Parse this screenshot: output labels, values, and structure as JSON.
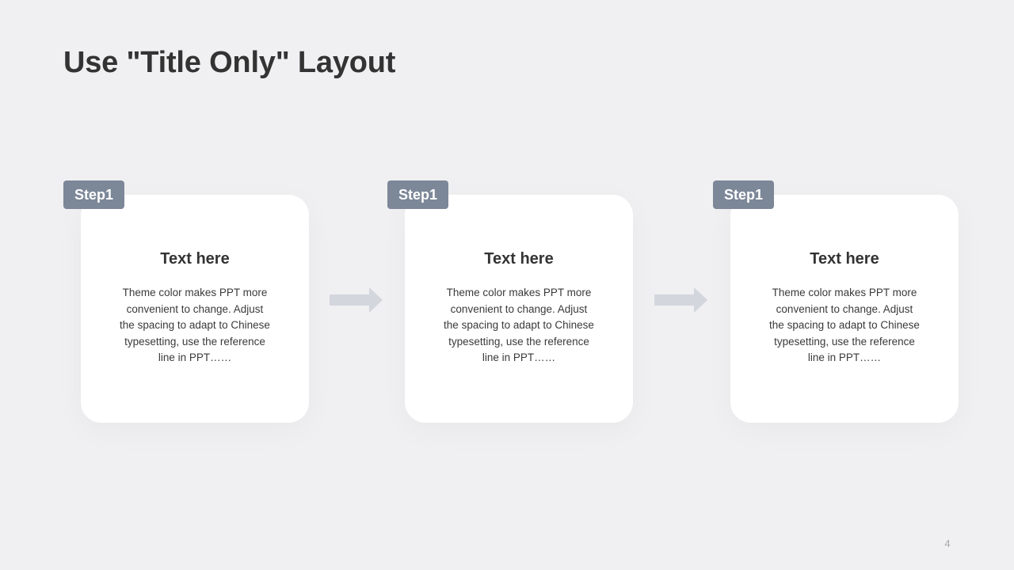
{
  "slide": {
    "title": "Use \"Title Only\" Layout",
    "page_number": "4"
  },
  "steps": [
    {
      "badge": "Step1",
      "heading": "Text here",
      "body": "Theme color makes PPT more\nconvenient  to change. Adjust\nthe spacing to adapt to Chinese\ntypesetting, use the reference\nline  in PPT……"
    },
    {
      "badge": "Step1",
      "heading": "Text here",
      "body": "Theme color makes PPT more\nconvenient  to change. Adjust\nthe spacing to adapt to Chinese\ntypesetting, use the reference\nline  in PPT……"
    },
    {
      "badge": "Step1",
      "heading": "Text here",
      "body": "Theme color makes PPT more\nconvenient  to change. Adjust\nthe spacing to adapt to Chinese\ntypesetting, use the reference\nline  in PPT……"
    }
  ],
  "connectors": [
    {
      "icon": "arrow-right-icon"
    },
    {
      "icon": "arrow-right-icon"
    }
  ],
  "colors": {
    "background": "#f0f0f2",
    "card": "#ffffff",
    "badge": "#7c8798",
    "arrow": "#d3d6dc",
    "title_text": "#333333"
  }
}
